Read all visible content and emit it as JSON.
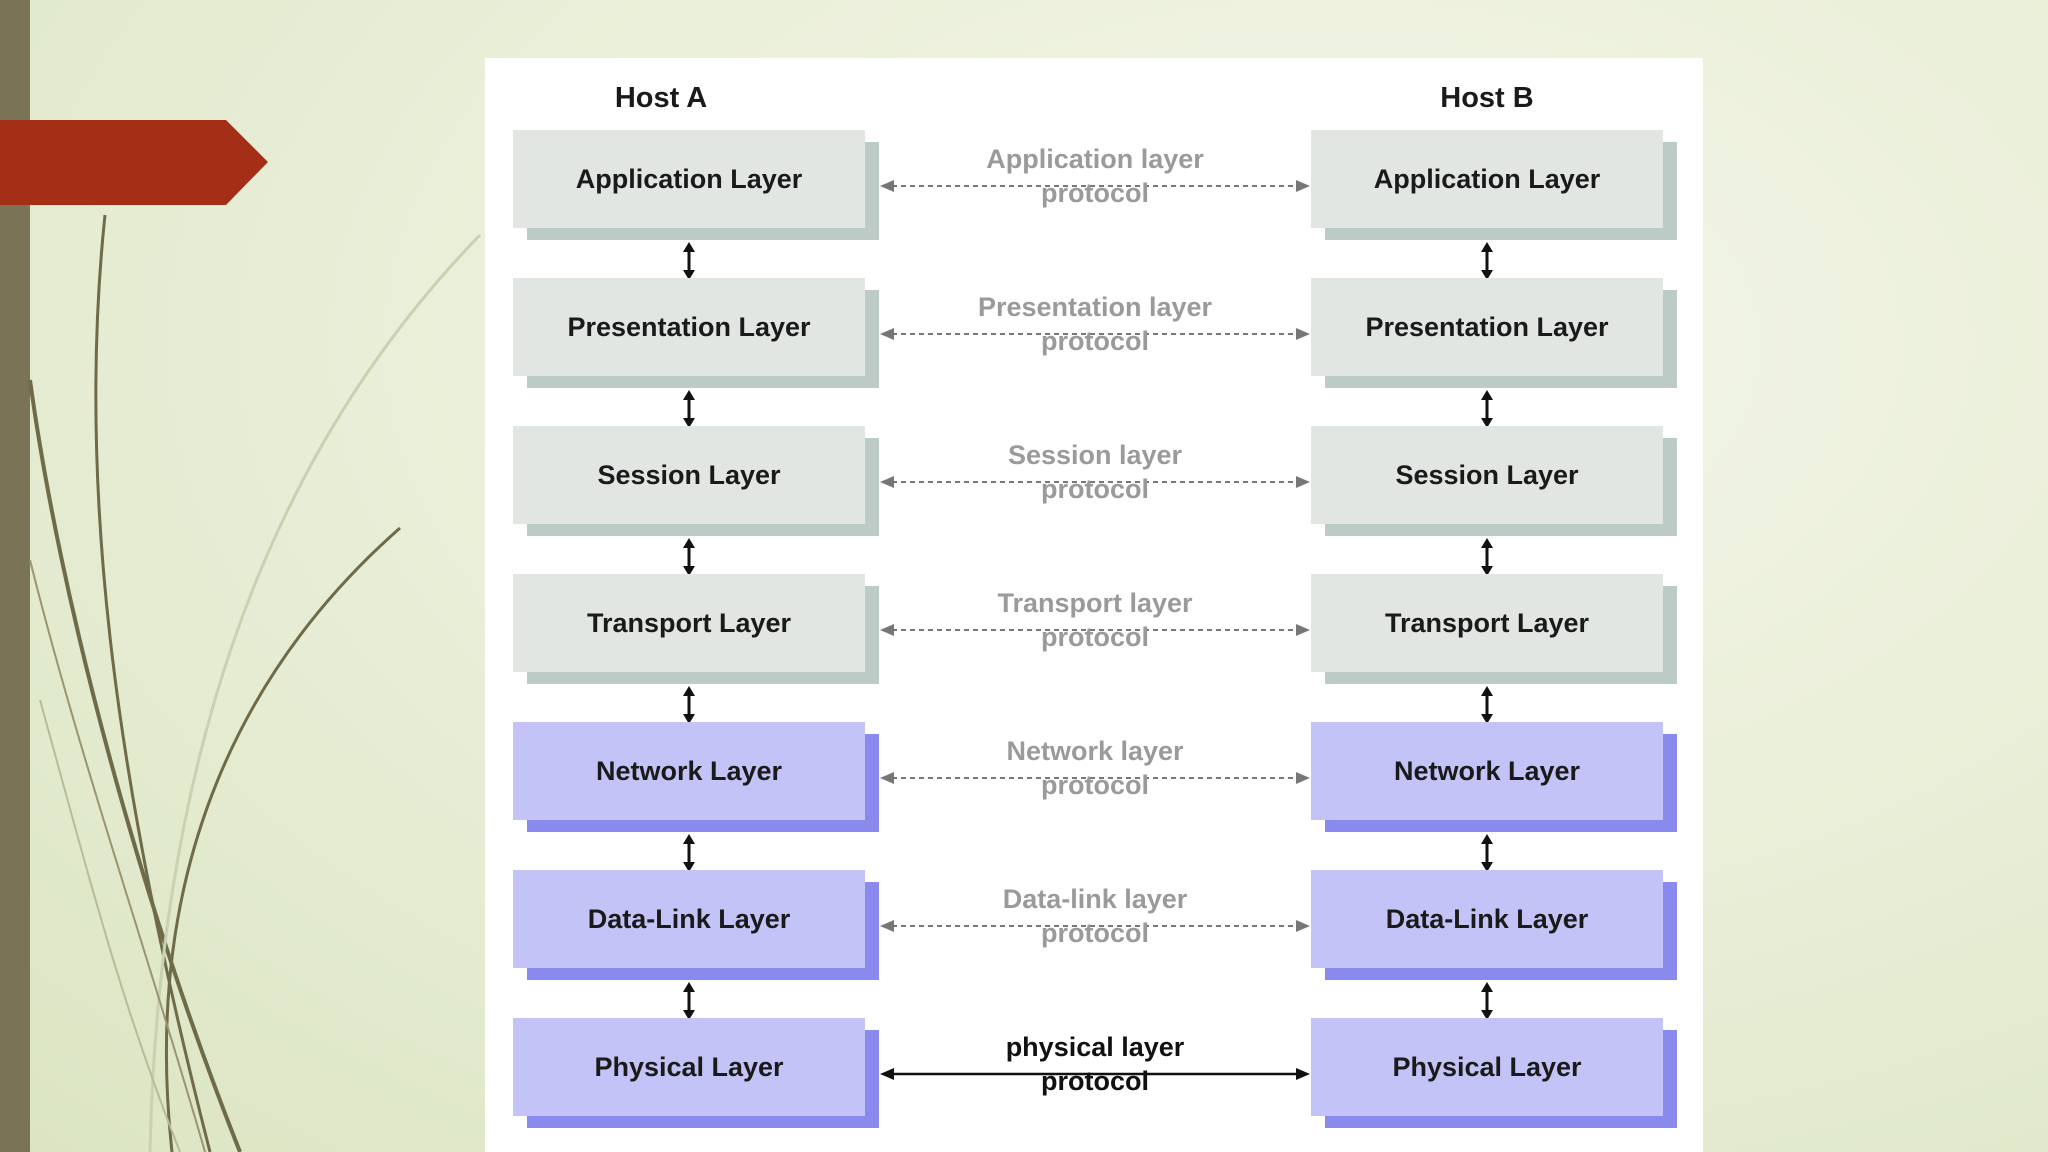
{
  "diagram": {
    "host_a": "Host A",
    "host_b": "Host B",
    "layers": [
      {
        "name": "Application Layer",
        "protocol": [
          "Application layer",
          "protocol"
        ],
        "group": "upper",
        "link": "dashed"
      },
      {
        "name": "Presentation Layer",
        "protocol": [
          "Presentation layer",
          "protocol"
        ],
        "group": "upper",
        "link": "dashed"
      },
      {
        "name": "Session Layer",
        "protocol": [
          "Session layer",
          "protocol"
        ],
        "group": "upper",
        "link": "dashed"
      },
      {
        "name": "Transport Layer",
        "protocol": [
          "Transport layer",
          "protocol"
        ],
        "group": "upper",
        "link": "dashed"
      },
      {
        "name": "Network Layer",
        "protocol": [
          "Network layer",
          "protocol"
        ],
        "group": "lower",
        "link": "dashed"
      },
      {
        "name": "Data-Link Layer",
        "protocol": [
          "Data-link layer",
          "protocol"
        ],
        "group": "lower",
        "link": "dashed"
      },
      {
        "name": "Physical Layer",
        "protocol": [
          "physical layer",
          "protocol"
        ],
        "group": "lower",
        "link": "solid"
      }
    ]
  },
  "colors": {
    "upper_face": "#e1e6e3",
    "upper_shadow": "#bccbc6",
    "lower_face": "#c3c3f7",
    "lower_shadow": "#8a8aee",
    "accent_tab": "#a52f16",
    "left_bar": "#7a7355"
  }
}
